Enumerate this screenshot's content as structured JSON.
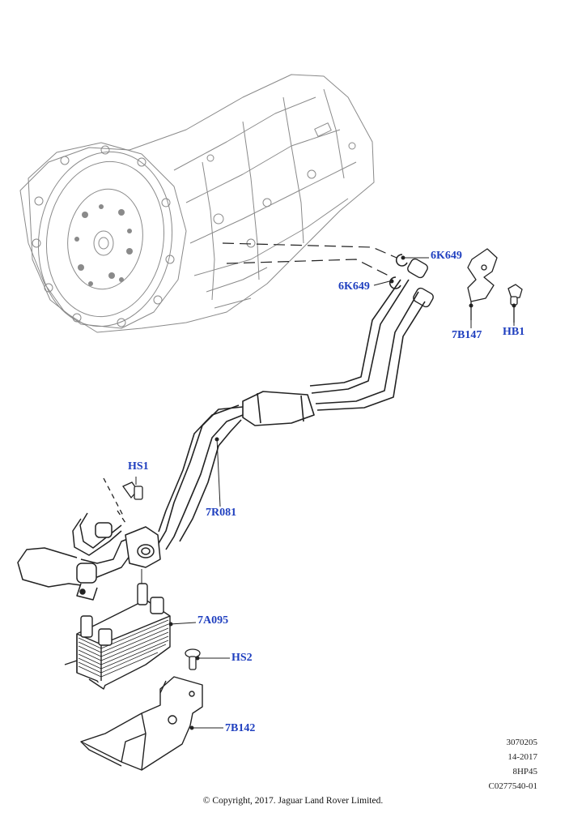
{
  "labels": {
    "clip_upper": "6K649",
    "clip_lower": "6K649",
    "bracket": "7B147",
    "bolt_hb1": "HB1",
    "screw_hs1": "HS1",
    "pipe_assembly": "7R081",
    "oil_cooler": "7A095",
    "screw_hs2": "HS2",
    "cooler_bracket": "7B142"
  },
  "meta": {
    "ref1": "3070205",
    "ref2": "14-2017",
    "ref3": "8HP45",
    "ref4": "C0277540-01"
  },
  "copyright": "© Copyright, 2017. Jaguar Land Rover Limited.",
  "colors": {
    "label": "#1f3fbf",
    "line": "#222222",
    "ghost": "#8a8a8a"
  }
}
